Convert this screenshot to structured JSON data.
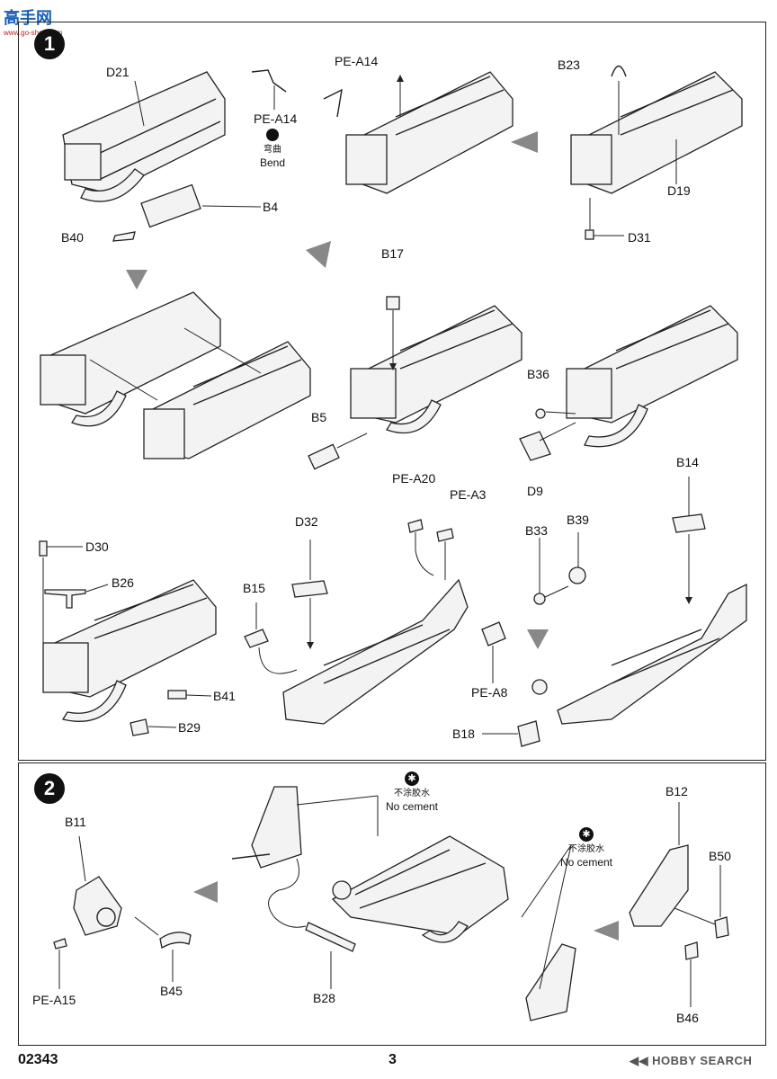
{
  "watermark": {
    "title": "高手网",
    "url": "www.go-shou.com"
  },
  "steps": [
    {
      "number": "1"
    },
    {
      "number": "2"
    }
  ],
  "step1_labels": {
    "d21": "D21",
    "pe_a14_a": "PE-A14",
    "pe_a14_b": "PE-A14",
    "bend_cn": "弯曲",
    "bend_en": "Bend",
    "b4": "B4",
    "b40": "B40",
    "b23": "B23",
    "d19": "D19",
    "d31": "D31",
    "b17": "B17",
    "b36": "B36",
    "d9": "D9",
    "b5": "B5",
    "b14": "B14",
    "d30": "D30",
    "b26": "B26",
    "b41": "B41",
    "b29": "B29",
    "d32": "D32",
    "b15": "B15",
    "pe_a20": "PE-A20",
    "pe_a3": "PE-A3",
    "pe_a8": "PE-A8",
    "b33": "B33",
    "b39": "B39",
    "b18": "B18"
  },
  "step2_labels": {
    "b11": "B11",
    "pe_a15": "PE-A15",
    "b45": "B45",
    "b28": "B28",
    "b12": "B12",
    "b50": "B50",
    "b46": "B46",
    "nocement1_cn": "不涂胶水",
    "nocement1_en": "No cement",
    "nocement2_cn": "不涂胶水",
    "nocement2_en": "No cement"
  },
  "footer": {
    "code": "02343",
    "page": "3",
    "brand": "HOBBY SEARCH"
  }
}
